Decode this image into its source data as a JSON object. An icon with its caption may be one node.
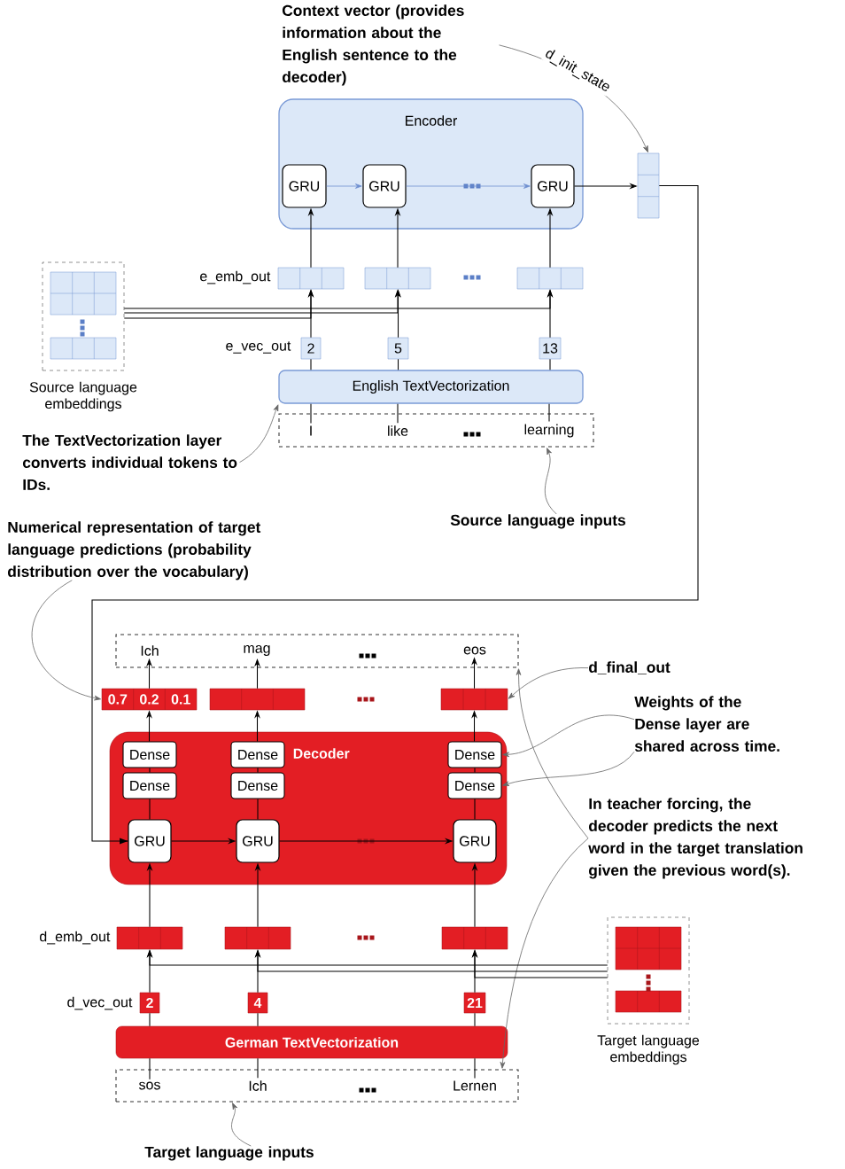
{
  "diagram": {
    "nodes": [
      {
        "text": [
          "Context vector (provides information about the English sentence to the decoder)"
        ]
      },
      {
        "text": [
          "Encoder"
        ]
      },
      {
        "text": [
          "GRU"
        ],
        "in": 1
      },
      {
        "text": [
          "GRU"
        ],
        "in": 1
      },
      {
        "text": [
          "GRU"
        ],
        "in": 1
      },
      {
        "text": [],
        "shape": "box"
      },
      {
        "text": [],
        "shape": "box"
      },
      {
        "text": [],
        "shape": "box"
      },
      {
        "text": [],
        "shape": "box"
      },
      {
        "text": [
          "Source language embeddings"
        ]
      },
      {
        "text": [
          "2"
        ]
      },
      {
        "text": [
          "5"
        ]
      },
      {
        "text": [
          "13"
        ]
      },
      {
        "text": [
          "English TextVectorization"
        ]
      },
      {
        "text": [],
        "shape": "box"
      },
      {
        "text": [
          "I"
        ],
        "in": 14
      },
      {
        "text": [
          "like"
        ],
        "in": 14
      },
      {
        "text": [
          "learning"
        ],
        "in": 14
      },
      {
        "text": [
          "The TextVectorization layer converts individual tokens to IDs."
        ]
      },
      {
        "text": [
          "Source language inputs"
        ]
      },
      {
        "text": [
          "Numerical representation of target language predictions (probability distribution over the vocabulary)"
        ]
      },
      {
        "text": [],
        "shape": "box"
      },
      {
        "text": [
          "Ich"
        ],
        "in": 21
      },
      {
        "text": [
          "mag"
        ],
        "in": 21
      },
      {
        "text": [
          "eos"
        ],
        "in": 21
      },
      {
        "text": [
          "0.7",
          "0.2",
          "0.1"
        ]
      },
      {
        "text": [],
        "shape": "box"
      },
      {
        "text": [],
        "shape": "box"
      },
      {
        "text": [
          "d_final_out"
        ]
      },
      {
        "text": [
          "Weights of the Dense layer are shared across time."
        ]
      },
      {
        "text": [
          "Decoder"
        ]
      },
      {
        "text": [
          "Dense"
        ],
        "in": 30
      },
      {
        "text": [
          "Dense"
        ],
        "in": 30
      },
      {
        "text": [
          "Dense"
        ],
        "in": 30
      },
      {
        "text": [
          "Dense"
        ],
        "in": 30
      },
      {
        "text": [
          "Dense"
        ],
        "in": 30
      },
      {
        "text": [
          "Dense"
        ],
        "in": 30
      },
      {
        "text": [
          "GRU"
        ],
        "in": 30
      },
      {
        "text": [
          "GRU"
        ],
        "in": 30
      },
      {
        "text": [
          "GRU"
        ],
        "in": 30
      },
      {
        "text": [
          "In teacher forcing, the decoder predicts the next word in the target translation given the previous word(s)."
        ]
      },
      {
        "text": [],
        "shape": "box"
      },
      {
        "text": [],
        "shape": "box"
      },
      {
        "text": [],
        "shape": "box"
      },
      {
        "text": [
          "Target language embeddings"
        ]
      },
      {
        "text": [
          "2"
        ]
      },
      {
        "text": [
          "4"
        ]
      },
      {
        "text": [
          "21"
        ]
      },
      {
        "text": [
          "German TextVectorization"
        ]
      },
      {
        "text": [],
        "shape": "box"
      },
      {
        "text": [
          "sos"
        ],
        "in": 49
      },
      {
        "text": [
          "Ich"
        ],
        "in": 49
      },
      {
        "text": [
          "Lernen"
        ],
        "in": 49
      },
      {
        "text": [
          "Target language inputs"
        ]
      }
    ],
    "edges": [
      {
        "from": 0,
        "to": 5,
        "arrow": "to",
        "label": "d_init_state",
        "color": "#666666"
      },
      {
        "from": 2,
        "to": 3,
        "arrow": "to",
        "color": "#6f8fcf"
      },
      {
        "from": 3,
        "to": 4,
        "arrow": "to",
        "color": "#6f8fcf"
      },
      {
        "from": 4,
        "to": 5,
        "arrow": "to"
      },
      {
        "from": 6,
        "to": 2,
        "arrow": "to"
      },
      {
        "from": 7,
        "to": 3,
        "arrow": "to"
      },
      {
        "from": 8,
        "to": 4,
        "arrow": "to"
      },
      {
        "from": 10,
        "to": 6,
        "arrow": "to"
      },
      {
        "from": 11,
        "to": 7,
        "arrow": "to"
      },
      {
        "from": 12,
        "to": 8,
        "arrow": "to"
      },
      {
        "from": 9,
        "to": 6,
        "arrow": "to"
      },
      {
        "from": 9,
        "to": 7,
        "arrow": "to"
      },
      {
        "from": 9,
        "to": 8,
        "arrow": "to"
      },
      {
        "from": 13,
        "to": 10,
        "arrow": "none"
      },
      {
        "from": 13,
        "to": 11,
        "arrow": "none"
      },
      {
        "from": 13,
        "to": 12,
        "arrow": "none"
      },
      {
        "from": 15,
        "to": 13,
        "arrow": "none"
      },
      {
        "from": 16,
        "to": 13,
        "arrow": "none"
      },
      {
        "from": 17,
        "to": 13,
        "arrow": "none"
      },
      {
        "from": 18,
        "to": 13,
        "arrow": "to",
        "color": "#666666"
      },
      {
        "from": 19,
        "to": 14,
        "arrow": "to",
        "color": "#666666"
      },
      {
        "from": 5,
        "to": 37,
        "arrow": "to"
      },
      {
        "from": 20,
        "to": 25,
        "arrow": "to",
        "color": "#666666"
      },
      {
        "from": 25,
        "to": 22,
        "arrow": "to"
      },
      {
        "from": 26,
        "to": 23,
        "arrow": "to"
      },
      {
        "from": 27,
        "to": 24,
        "arrow": "to"
      },
      {
        "from": 31,
        "to": 25,
        "arrow": "to"
      },
      {
        "from": 32,
        "to": 26,
        "arrow": "to"
      },
      {
        "from": 33,
        "to": 27,
        "arrow": "to"
      },
      {
        "from": 34,
        "to": 31,
        "arrow": "none"
      },
      {
        "from": 35,
        "to": 32,
        "arrow": "none"
      },
      {
        "from": 36,
        "to": 33,
        "arrow": "none"
      },
      {
        "from": 37,
        "to": 34,
        "arrow": "none"
      },
      {
        "from": 38,
        "to": 35,
        "arrow": "none"
      },
      {
        "from": 39,
        "to": 36,
        "arrow": "none"
      },
      {
        "from": 37,
        "to": 38,
        "arrow": "to"
      },
      {
        "from": 38,
        "to": 39,
        "arrow": "to"
      },
      {
        "from": 28,
        "to": 27,
        "arrow": "to",
        "color": "#666666"
      },
      {
        "from": 29,
        "to": 33,
        "arrow": "to",
        "color": "#666666"
      },
      {
        "from": 29,
        "to": 36,
        "arrow": "to",
        "color": "#666666"
      },
      {
        "from": 40,
        "to": 21,
        "arrow": "to",
        "color": "#666666"
      },
      {
        "from": 40,
        "to": 49,
        "arrow": "to",
        "color": "#666666"
      },
      {
        "from": 41,
        "to": 37,
        "arrow": "to"
      },
      {
        "from": 42,
        "to": 38,
        "arrow": "to"
      },
      {
        "from": 43,
        "to": 39,
        "arrow": "to"
      },
      {
        "from": 45,
        "to": 41,
        "arrow": "to"
      },
      {
        "from": 46,
        "to": 42,
        "arrow": "to"
      },
      {
        "from": 47,
        "to": 43,
        "arrow": "to"
      },
      {
        "from": 44,
        "to": 41,
        "arrow": "to"
      },
      {
        "from": 44,
        "to": 42,
        "arrow": "to"
      },
      {
        "from": 44,
        "to": 43,
        "arrow": "to"
      },
      {
        "from": 48,
        "to": 45,
        "arrow": "none"
      },
      {
        "from": 48,
        "to": 46,
        "arrow": "none"
      },
      {
        "from": 48,
        "to": 47,
        "arrow": "none"
      },
      {
        "from": 50,
        "to": 48,
        "arrow": "none"
      },
      {
        "from": 51,
        "to": 48,
        "arrow": "none"
      },
      {
        "from": 52,
        "to": 48,
        "arrow": "none"
      },
      {
        "from": 53,
        "to": 49,
        "arrow": "to",
        "color": "#666666"
      }
    ],
    "labels": [
      "e_emb_out",
      "e_vec_out",
      "d_emb_out",
      "d_vec_out"
    ]
  }
}
